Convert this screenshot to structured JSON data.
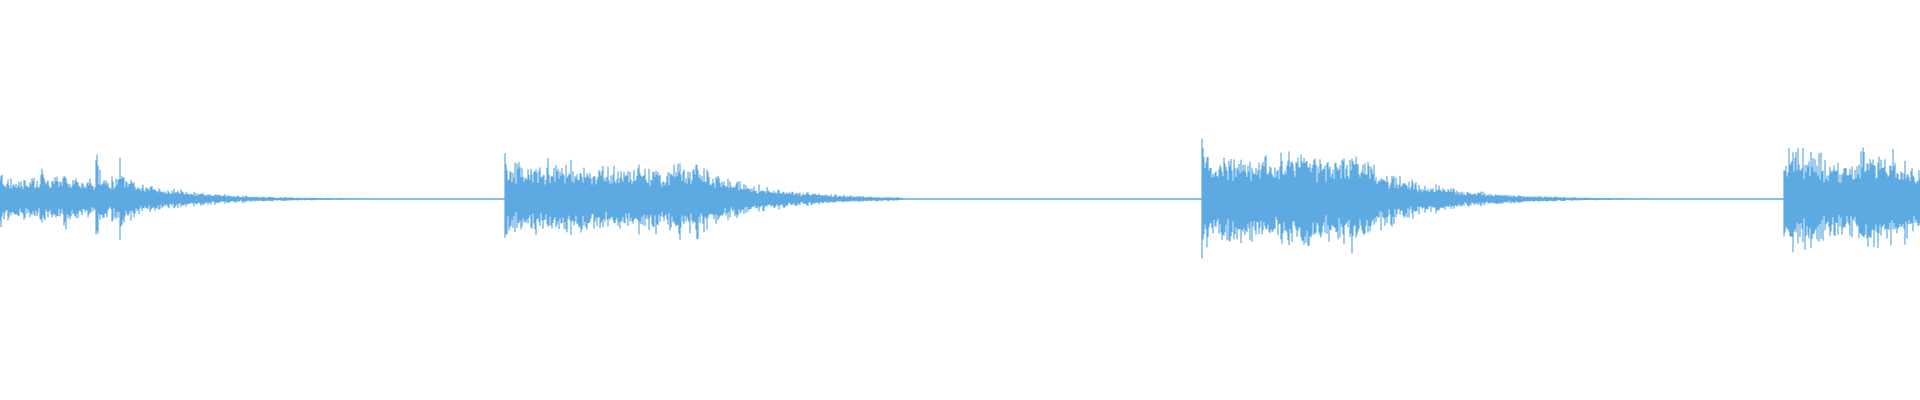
{
  "waveform": {
    "color": "#5DA9E2",
    "background": "#FFFFFF",
    "baseline_amplitude": 0.01,
    "segments": [
      {
        "start": 0.0,
        "end": 0.27,
        "attack_amplitude": 0.35,
        "decay": "exponential",
        "transients": [
          {
            "t": 0.0,
            "amp": 0.55
          },
          {
            "t": 0.021,
            "amp": 0.75
          },
          {
            "t": 0.033,
            "amp": 0.8
          },
          {
            "t": 0.05,
            "amp": 0.85
          },
          {
            "t": 0.062,
            "amp": 1.0
          }
        ]
      },
      {
        "start": 0.263,
        "end": 0.47,
        "attack_amplitude": 0.55,
        "decay": "exponential",
        "transients": [
          {
            "t": 0.263,
            "amp": 0.7
          },
          {
            "t": 0.285,
            "amp": 0.78
          },
          {
            "t": 0.297,
            "amp": 0.82
          },
          {
            "t": 0.328,
            "amp": 0.72
          },
          {
            "t": 0.353,
            "amp": 0.9
          },
          {
            "t": 0.362,
            "amp": 0.92
          }
        ]
      },
      {
        "start": 0.626,
        "end": 0.86,
        "attack_amplitude": 0.75,
        "decay": "exponential",
        "transients": [
          {
            "t": 0.626,
            "amp": 0.95
          },
          {
            "t": 0.667,
            "amp": 1.0
          },
          {
            "t": 0.703,
            "amp": 1.0
          }
        ]
      },
      {
        "start": 0.929,
        "end": 1.0,
        "attack_amplitude": 0.85,
        "decay": "linear-partial",
        "transients": [
          {
            "t": 0.929,
            "amp": 0.92
          },
          {
            "t": 0.968,
            "amp": 0.82
          }
        ]
      }
    ]
  }
}
